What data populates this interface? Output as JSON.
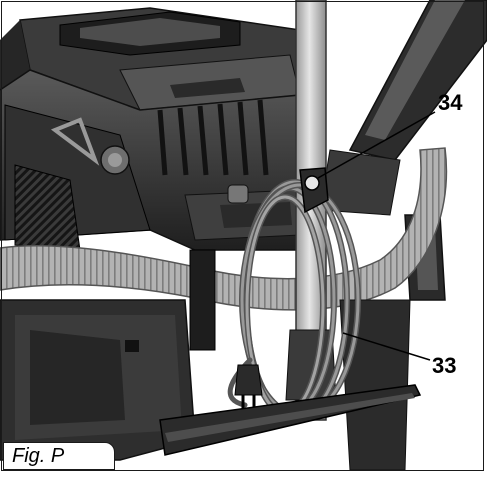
{
  "figure": {
    "label": "Fig. P",
    "callouts": [
      {
        "id": "34",
        "text": "34"
      },
      {
        "id": "33",
        "text": "33"
      }
    ]
  },
  "colors": {
    "body": "#2b2b2b",
    "body_mid": "#4a4a4a",
    "hose": "#a9a9a9",
    "hose_dark": "#7c7c7c",
    "tube": "#bdbdbd",
    "cord": "#8a8a8a",
    "outline": "#111111"
  }
}
